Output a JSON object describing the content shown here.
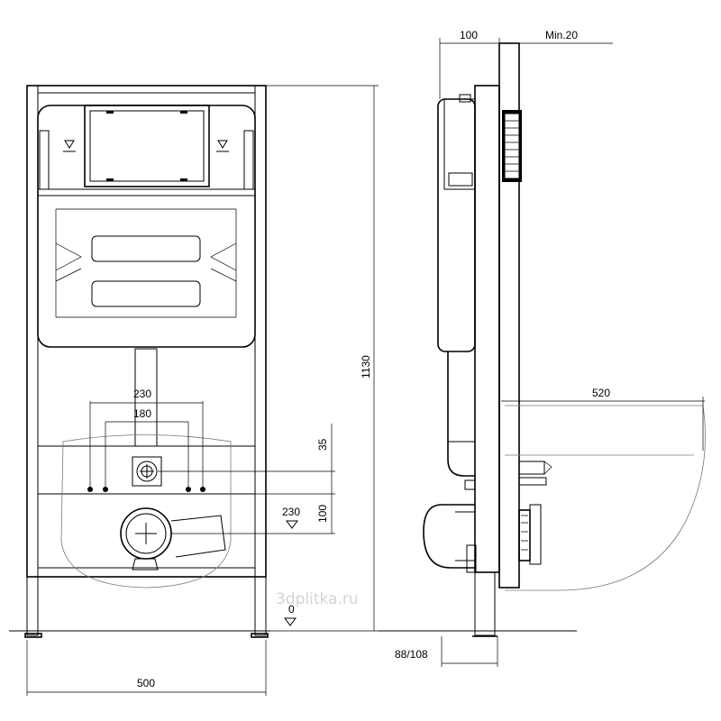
{
  "dimensions": {
    "width_top": "100",
    "min_gap": "Min.20",
    "height_total": "1130",
    "depth_bowl": "520",
    "pipe_spacing_outer": "230",
    "pipe_spacing_inner": "180",
    "offset_35": "35",
    "offset_100": "100",
    "drain_height": "230",
    "floor_level": "0",
    "foot_depth": "88/108",
    "frame_width": "500"
  },
  "watermark": "3dplitka.ru"
}
